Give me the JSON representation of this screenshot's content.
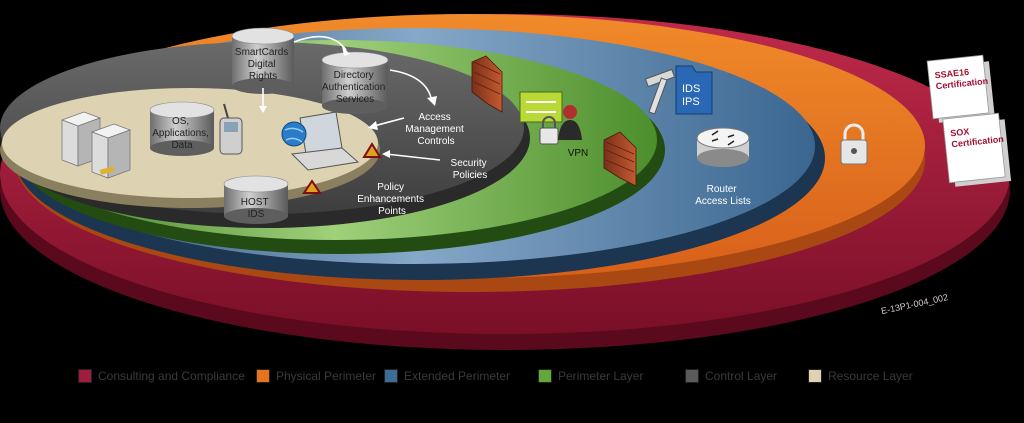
{
  "diagram": {
    "watermark": "E-13P1-004_002",
    "labels": {
      "smartcards": [
        "SmartCards",
        "Digital",
        "Rights"
      ],
      "directory": [
        "Directory",
        "Authentication",
        "Services"
      ],
      "os": [
        "OS,",
        "Applications,",
        "Data"
      ],
      "host_ids": [
        "HOST",
        "IDS"
      ],
      "access_mgmt": [
        "Access",
        "Management",
        "Controls"
      ],
      "security_policies": [
        "Security",
        "Policies"
      ],
      "policy_points": [
        "Policy",
        "Enhancements",
        "Points"
      ],
      "vpn": "VPN",
      "ids_ips": [
        "IDS",
        "IPS"
      ],
      "router": [
        "Router",
        "Access Lists"
      ],
      "ssae": [
        "SSAE16",
        "Certification"
      ],
      "sox": [
        "SOX",
        "Certification"
      ]
    }
  },
  "legend": [
    {
      "label": "Consulting and Compliance",
      "color": "#a01c3c"
    },
    {
      "label": "Physical Perimeter",
      "color": "#e8731f"
    },
    {
      "label": "Extended Perimeter",
      "color": "#3f6c97"
    },
    {
      "label": "Perimeter Layer",
      "color": "#62a83a"
    },
    {
      "label": "Control Layer",
      "color": "#5a5a5a"
    },
    {
      "label": "Resource Layer",
      "color": "#ddd3b2"
    }
  ]
}
